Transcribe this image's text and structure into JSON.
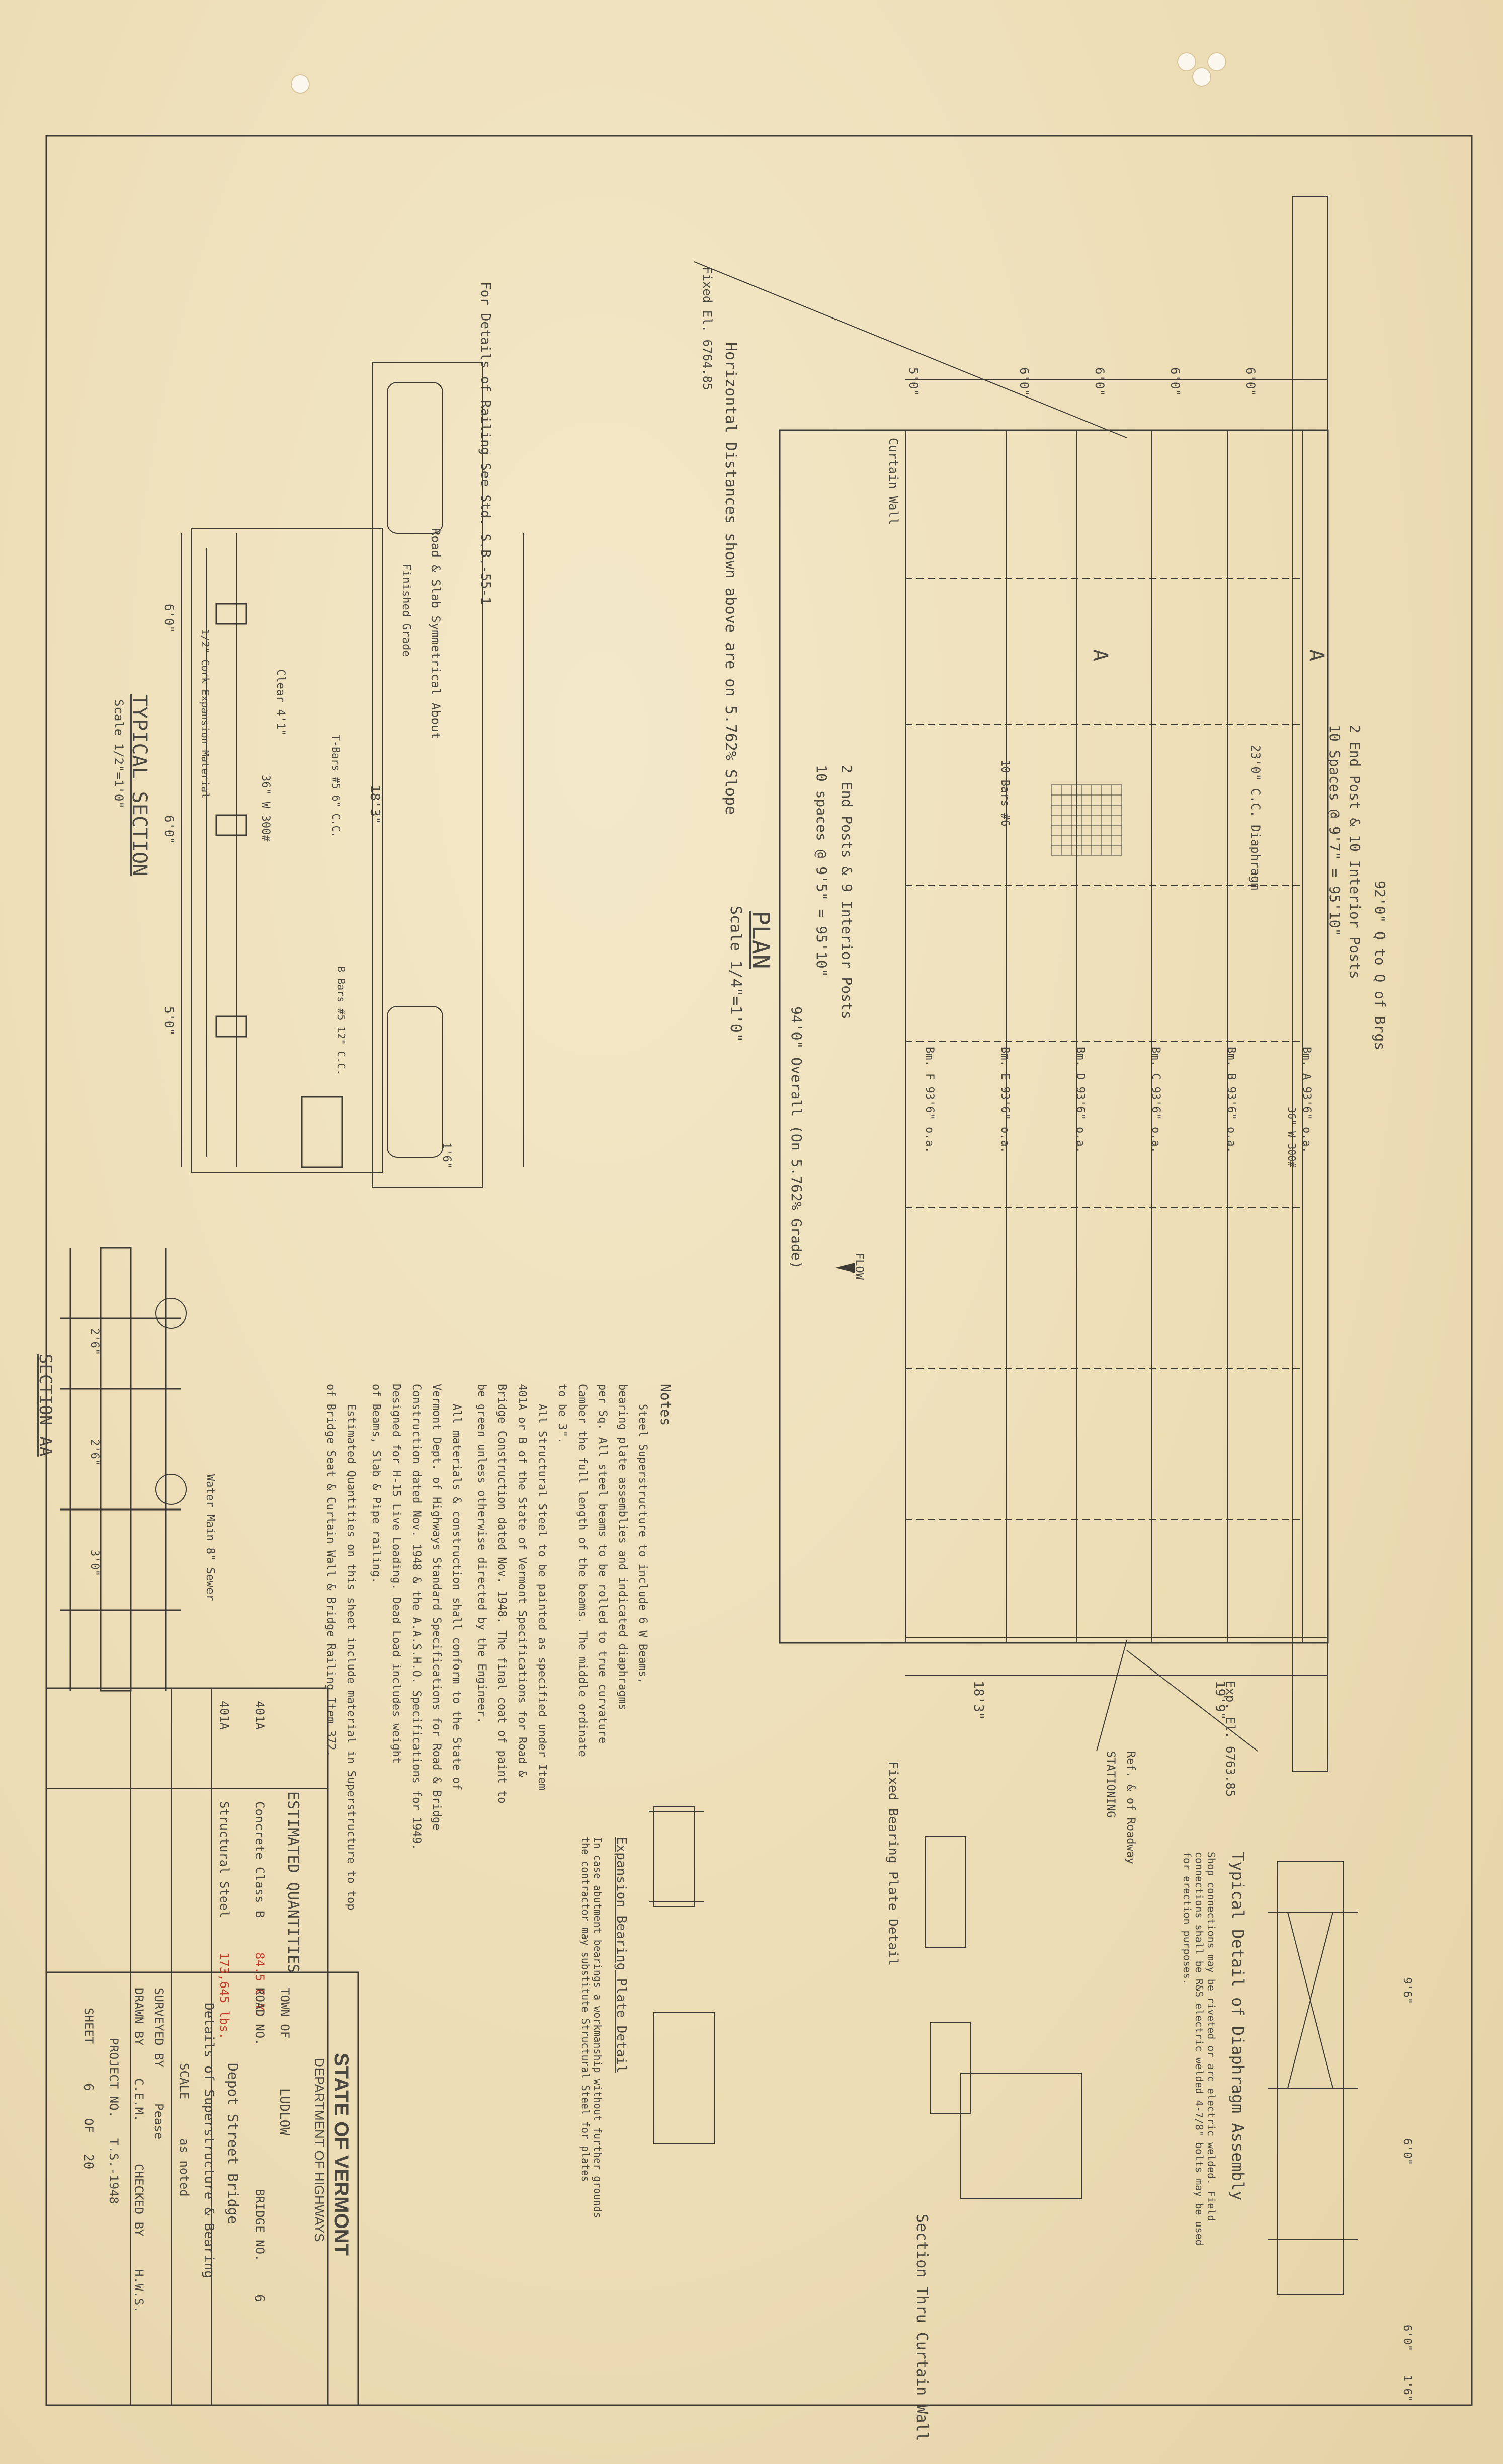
{
  "title_block": {
    "state": "STATE OF VERMONT",
    "department": "DEPARTMENT OF HIGHWAYS",
    "town_label": "TOWN OF",
    "town": "LUDLOW",
    "road_label": "ROAD NO.",
    "bridge_label": "BRIDGE NO.",
    "bridge_no": "6",
    "bridge_name": "Depot Street Bridge",
    "sheet_title": "Details of Superstructure & Bearing",
    "scale_label": "SCALE",
    "scale": "as noted",
    "surveyed_label": "SURVEYED BY",
    "surveyed": "Pease",
    "drawn_label": "DRAWN BY",
    "drawn": "C.E.M.",
    "checked_label": "CHECKED BY",
    "checked": "H.W.S.",
    "project_label": "PROJECT NO.",
    "project": "T.S.-1948",
    "sheet_label": "SHEET",
    "sheet_no": "6",
    "of_label": "OF",
    "sheet_total": "20"
  },
  "quantities": {
    "heading": "ESTIMATED QUANTITIES",
    "rows": [
      {
        "item": "401A",
        "desc": "Concrete Class B",
        "qty": "84.5 C.Y."
      },
      {
        "item": "401A",
        "desc": "Structural Steel",
        "qty": "173,645 lbs."
      }
    ]
  },
  "plan": {
    "title": "PLAN",
    "scale": "Scale 1/4\"=1'0\"",
    "horizontal_note": "Horizontal Distances shown above are on 5.762% Slope",
    "end_posts": "2 End Post & 10 Interior Posts",
    "post_spaces": "10 Spaces @ 9'7\" = 95'10\"",
    "overall": "92'0\" Q to Q of Brgs",
    "post_note": "2 End Posts & 9 Interior Posts",
    "spaces2": "10 spaces @ 9'5\" = 95'10\"",
    "overall2": "94'0\" Overall (On 5.762% Grade)",
    "fixed": "Fixed El. 6764.85",
    "exp": "Exp. El. 6763.85",
    "flow": "FLOW",
    "curtain": "Curtain Wall",
    "dims": [
      "5'0\"",
      "6'0\"",
      "6'0\"",
      "6'0\"",
      "6'0\""
    ],
    "beams": [
      "Bm. A 93'6\" o.a.",
      "Bm. B 93'6\" o.a.",
      "Bm. C 93'6\" o.a.",
      "Bm. D 93'6\" o.a.",
      "Bm. E 93'6\" o.a.",
      "Bm. F 93'6\" o.a."
    ],
    "section_a": "A",
    "bars": "10 Bars #6",
    "beam_size": "36\" W 300#",
    "diaphragm": "23'0\" C.C. Diaphragm",
    "ref": "Ref. & of Roadway",
    "stationing": "STATIONING",
    "width_183": "18'3\"",
    "width_19": "19'9\""
  },
  "section": {
    "title": "TYPICAL SECTION",
    "scale": "Scale 1/2\"=1'0\"",
    "rail_note": "For Details of Railing See Std. S.B.-55-1",
    "slab_note": "Road & Slab Symmetrical About",
    "crown": "Finished Grade",
    "dims": [
      "18'3\"",
      "6'0\"",
      "6'0\"",
      "5'0\"",
      "1'6\""
    ],
    "beams": "36\" W 300#",
    "clear": "Clear 4'1\"",
    "bars_t": "T-Bars #5 6\" C.C.",
    "bars_b": "B Bars #5 12\" C.C.",
    "expansion": "1/2\" Cork Expansion Material"
  },
  "section_aa": {
    "title": "SECTION AA",
    "dims": [
      "2'6\"",
      "2'6\"",
      "3'0\""
    ],
    "note": "Water Main 8\" Sewer"
  },
  "notes": {
    "heading": "Notes",
    "lines": [
      "Steel Superstructure to include 6 W Beams,",
      "bearing plate assemblies and indicated diaphragms",
      "per Sq. All steel beams to be rolled to true curvature",
      "Camber the full length of the beams. The middle ordinate",
      "to be 3\".",
      "All Structural Steel to be painted as specified under Item",
      "401A or B of the State of Vermont Specifications for Road &",
      "Bridge Construction dated Nov. 1948. The final coat of paint to",
      "be green unless otherwise directed by the Engineer.",
      "All materials & construction shall conform to the State of",
      "Vermont Dept. of Highways Standard Specifications for Road & Bridge",
      "Construction dated Nov. 1948 & the A.A.S.H.O. Specifications for 1949.",
      "Designed for H-15 Live Loading. Dead Load includes weight",
      "of Beams, Slab & Pipe railing.",
      "Estimated Quantities on this sheet include material in Superstructure to top",
      "of Bridge Seat & Curtain Wall & Bridge Railing Item 372."
    ]
  },
  "details": {
    "diaphragm_title": "Typical Detail of Diaphragm Assembly",
    "diaphragm_note": "Shop connections may be riveted or arc electric welded. Field connections shall be R&S electric welded 4-7/8\" bolts may be used for erection purposes.",
    "curtain_title": "Section Thru Curtain Wall",
    "fixed_title": "Fixed Bearing Plate Detail",
    "exp_title": "Expansion Bearing Plate Detail",
    "exp_note": "In case abutment bearings a workmanship without further grounds the contractor may substitute Structural Steel for plates",
    "dims": [
      "9'6\"",
      "6'0\"",
      "6'0\"",
      "1'6\""
    ]
  }
}
